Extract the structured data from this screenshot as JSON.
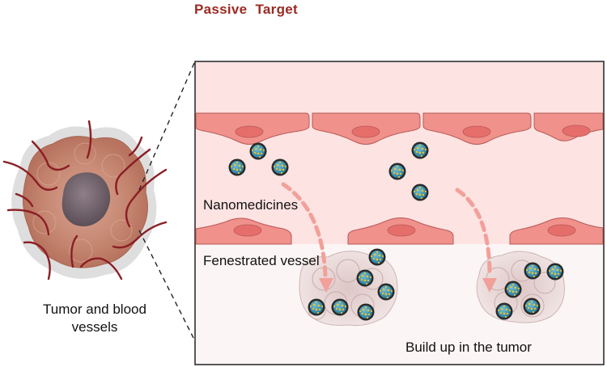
{
  "title": "Passive  Target",
  "labels": {
    "nanomedicines": "Nanomedicines",
    "fenestrated": "Fenestrated vessel",
    "buildup": "Build up in the tumor",
    "tumor_caption": "Tumor and  blood\nvessels"
  },
  "colors": {
    "title": "#9b2a22",
    "vessel_lumen": "#fde3e2",
    "endothelial_cell": "#f0918c",
    "nucleus": "#e66e6a",
    "arrow": "#f2a09a",
    "nanoparticle_core": "#3a8fb0",
    "nanoparticle_coat": "#2b2b2b",
    "tumor_body": "#c98b78",
    "tumor_core": "#6f6068",
    "tumor_vessel": "#8b1e24"
  },
  "icons": [
    "nanoparticle-icon",
    "tumor-icon",
    "endothelial-cell-icon",
    "curved-arrow-icon"
  ]
}
